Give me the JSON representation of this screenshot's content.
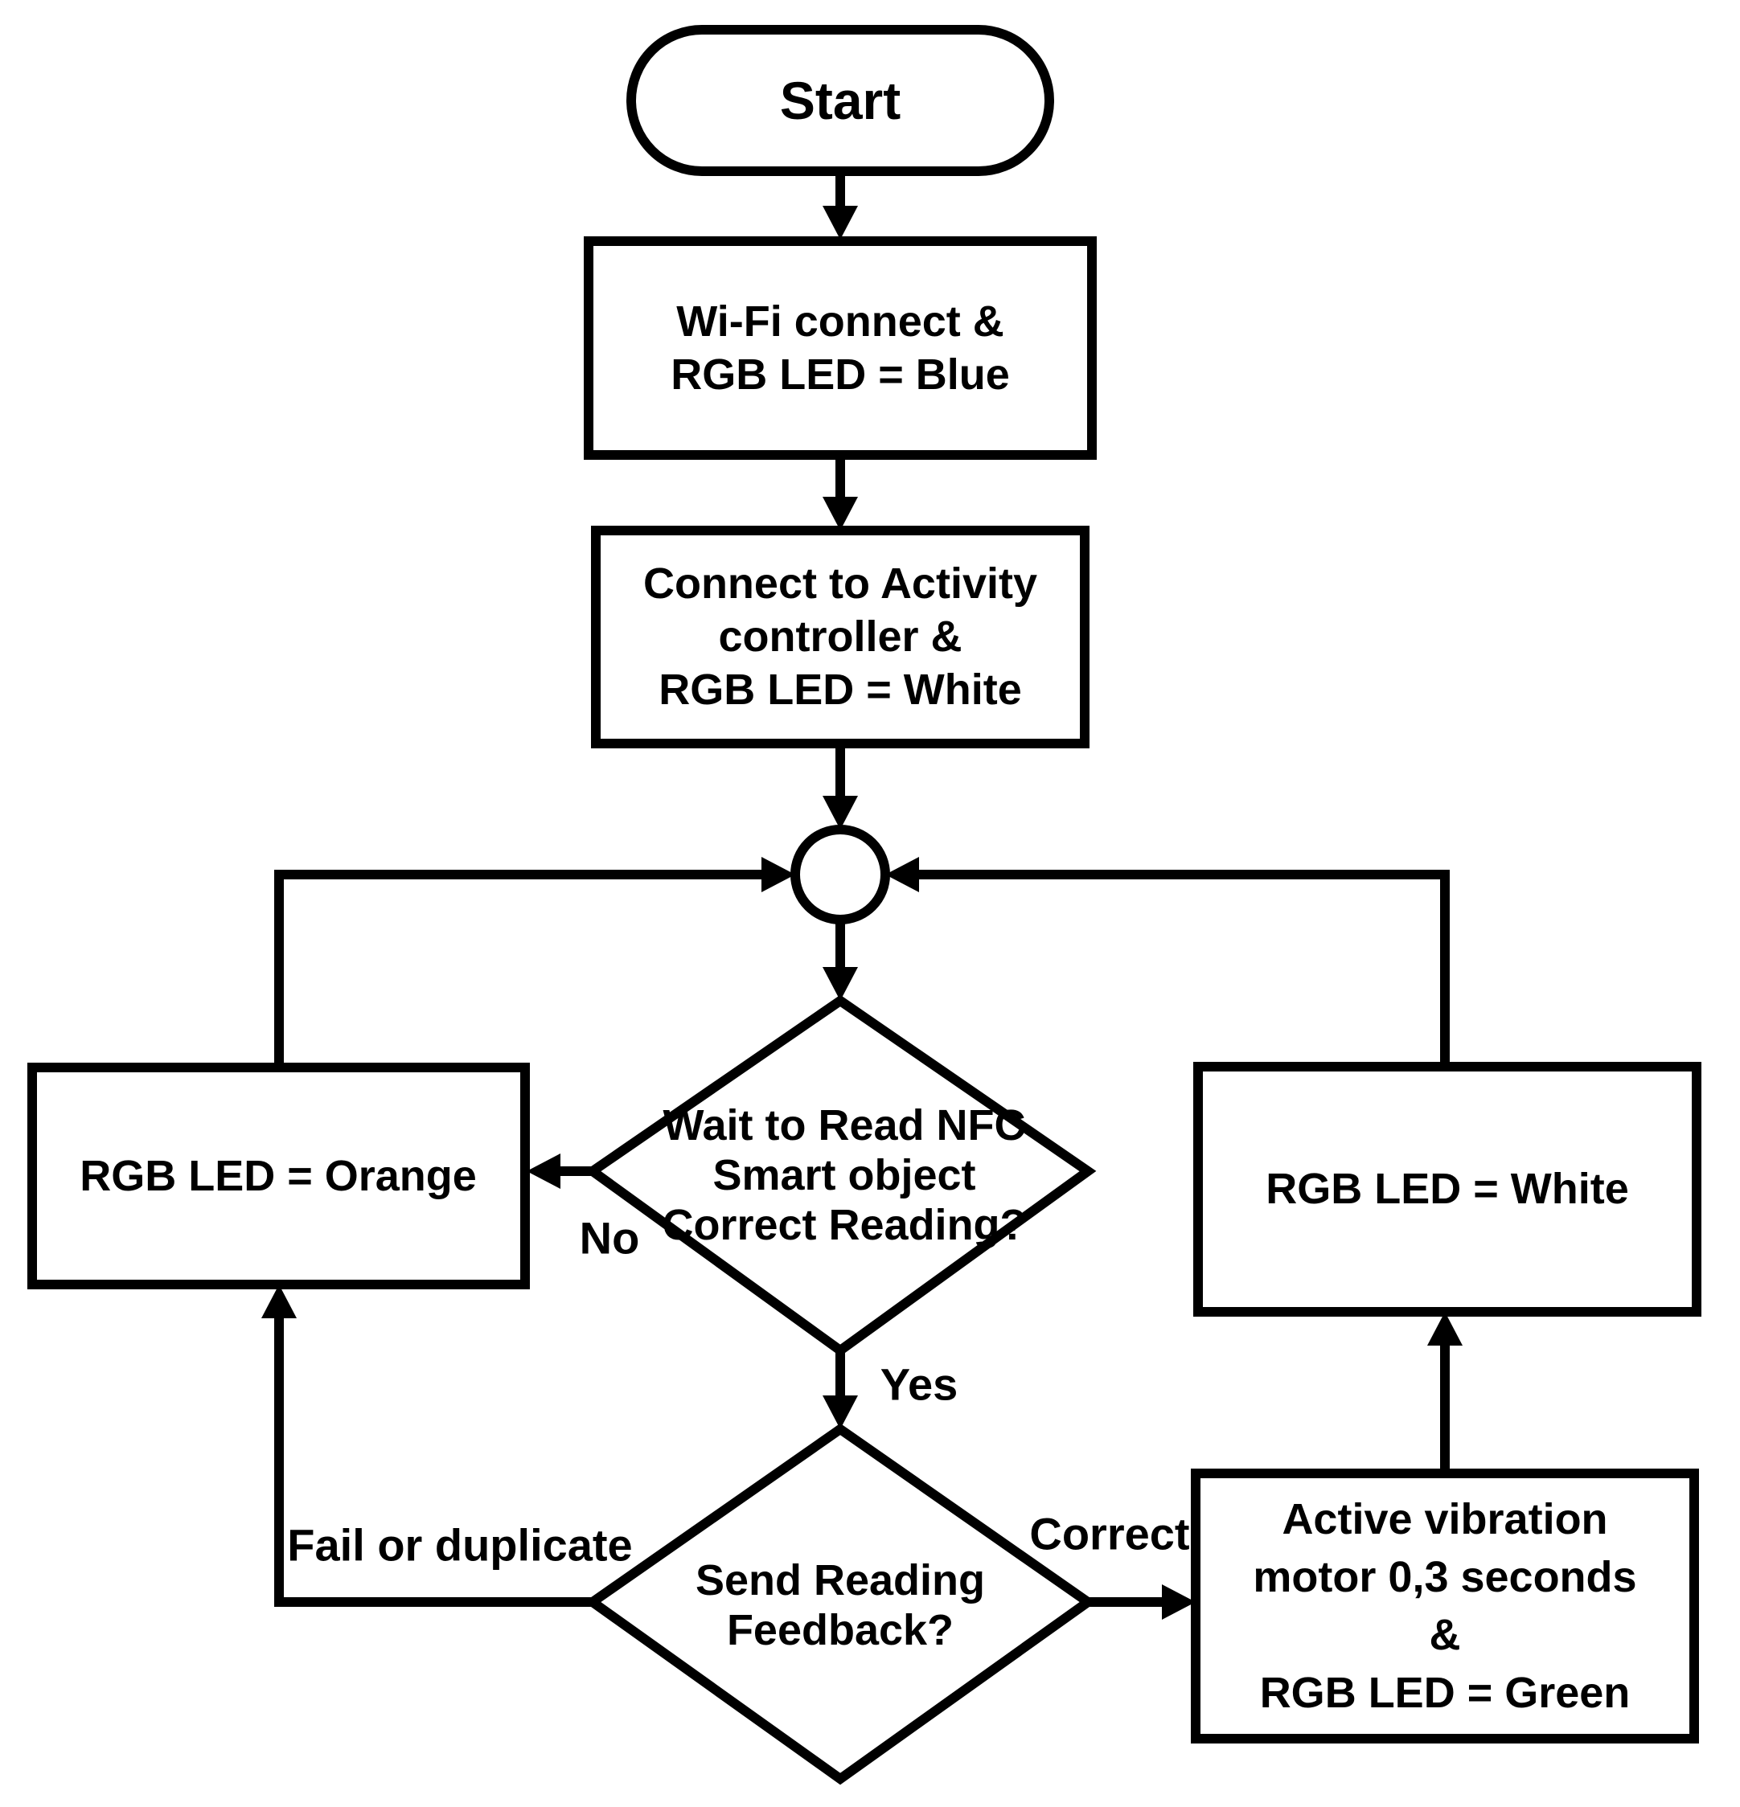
{
  "figure": {
    "type": "flowchart",
    "background": "#ffffff",
    "line_color": "#000000",
    "nodes": {
      "start": {
        "shape": "terminator",
        "label": "Start"
      },
      "wifi_connect": {
        "shape": "process",
        "lines": [
          "Wi-Fi connect &",
          "RGB LED = Blue"
        ]
      },
      "activity_controller": {
        "shape": "process",
        "lines": [
          "Connect to Activity",
          "controller &",
          "RGB LED = White"
        ]
      },
      "junction": {
        "shape": "connector-circle"
      },
      "wait_read_nfc": {
        "shape": "decision",
        "lines": [
          "Wait to Read NFC",
          "Smart object",
          "Correct Reading?"
        ]
      },
      "rgb_orange": {
        "shape": "process",
        "lines": [
          "RGB LED = Orange"
        ]
      },
      "rgb_white": {
        "shape": "process",
        "lines": [
          "RGB LED = White"
        ]
      },
      "vibration_green": {
        "shape": "process",
        "lines": [
          "Active vibration",
          "motor 0,3 seconds",
          "&",
          "RGB LED = Green"
        ]
      }
    },
    "edge_labels": {
      "no": "No",
      "yes": "Yes",
      "correct": "Correct",
      "fail_or_duplicate": "Fail or duplicate"
    }
  }
}
